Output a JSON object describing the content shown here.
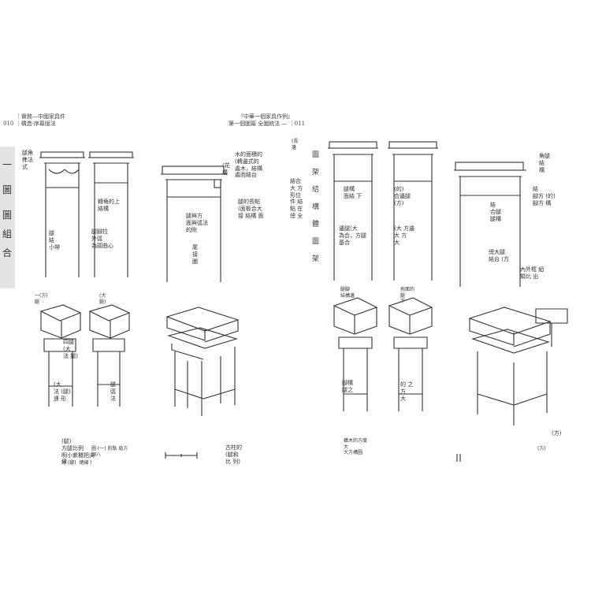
{
  "page_left": {
    "running_head_line1": "｜實務—中國家具件",
    "running_head_line2": "010 ｜構造·序幕版法",
    "sidebar_labels": [
      "一",
      "圖",
      "圖",
      "組",
      "合"
    ],
    "notes": [
      "轉角的上\n結構",
      "腿腳拉\n外弧\n為圓曲心",
      "腿\n結\n小帶",
      "腿角\n榫法\n式",
      "腿與方\n面與弧法\n的附",
      "尾\n接\n圖",
      "(花\n構",
      "一(方)\n腿",
      "(大\n腿)",
      "(大\n法 (腿)\n連 形",
      "腿\n弧\n法",
      "四腿\n(大\n法 腿)",
      "古柱的\n(腿和\n比 列)",
      "(腿)\n方腿比例\n明小紫櫃把尖\n緣",
      "圖 (一) 的點 肩方\n腳八",
      "分 (腳)  總線 )"
    ]
  },
  "page_right": {
    "running_head_line1": "『中華一個家具作例』",
    "running_head_line2": "第一個圖篇 全圖統法 — ｜011",
    "column_chars": [
      "圖",
      "架",
      "結",
      "構",
      "體",
      "圖",
      "架"
    ],
    "notes": [
      "木的面積的\n(轉邊式的\n處木，結構\n處而結台",
      "腿的長點\n(面板合大\n接 結構 面",
      "結合\n大 方\n形位\n件 結\n點 在\n總 全",
      "(長\n邊",
      "腿構\n面結 下",
      "邊腿(大\n為合，方腿\n基合",
      "(大 方邊\n大 方\n大",
      "(的)\n合邊腿\n(方)",
      "腳構\n腿之",
      "的 之\n方\n大",
      "腿腳\n結構邊",
      "拖面的\n腿\n下",
      "橫木的方度\n大\n大方構圖",
      "角腿\n結\n構",
      "結\n合腿\n腿構",
      "結\n腳方 (的)\n腳方 構",
      "(方)",
      "(方)",
      "總大腿\n結台 (方",
      "內外框 組\n類比 出"
    ]
  }
}
